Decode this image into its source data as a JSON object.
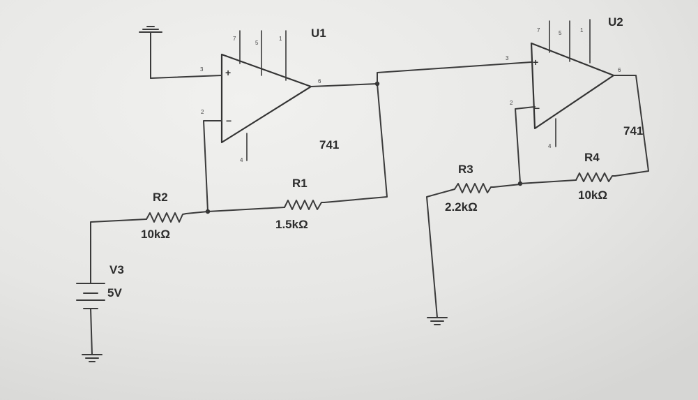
{
  "u1": {
    "ref": "U1",
    "model": "741",
    "pins": {
      "noninverting": "3",
      "inverting": "2",
      "output": "6",
      "pin7": "7",
      "pin5": "5",
      "pin1": "1",
      "pin4": "4"
    },
    "plus": "+",
    "minus": "−"
  },
  "u2": {
    "ref": "U2",
    "model": "741",
    "pins": {
      "noninverting": "3",
      "inverting": "2",
      "output": "6",
      "pin7": "7",
      "pin5": "5",
      "pin1": "1",
      "pin4": "4"
    },
    "plus": "+",
    "minus": "−"
  },
  "r1": {
    "ref": "R1",
    "value": "1.5kΩ"
  },
  "r2": {
    "ref": "R2",
    "value": "10kΩ"
  },
  "r3": {
    "ref": "R3",
    "value": "2.2kΩ"
  },
  "r4": {
    "ref": "R4",
    "value": "10kΩ"
  },
  "v3": {
    "ref": "V3",
    "value": "5V"
  }
}
